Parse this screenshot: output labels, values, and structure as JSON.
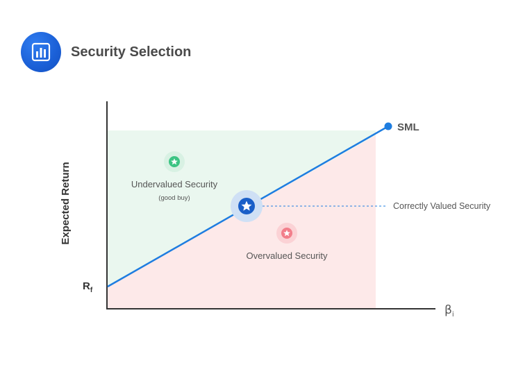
{
  "header": {
    "title": "Security Selection",
    "icon": "bar-chart-icon"
  },
  "diagram": {
    "y_axis_label": "Expected Return",
    "x_axis_label": "β",
    "x_axis_subscript": "i",
    "rf_label": "R",
    "rf_subscript": "f",
    "line_label": "SML",
    "undervalued_label": "Undervalued Security",
    "undervalued_sub": "(good buy)",
    "correct_label": "Correctly Valued Security",
    "overvalued_label": "Overvalued Security"
  },
  "colors": {
    "line": "#1e7de0",
    "marker": "#1a5fc8",
    "green_region": "#eaf7ef",
    "red_region": "#fde9e9",
    "green_dot": "#3cc483",
    "red_dot": "#f27e8a",
    "axis": "#333333",
    "header_icon": "#1a5fd6"
  }
}
